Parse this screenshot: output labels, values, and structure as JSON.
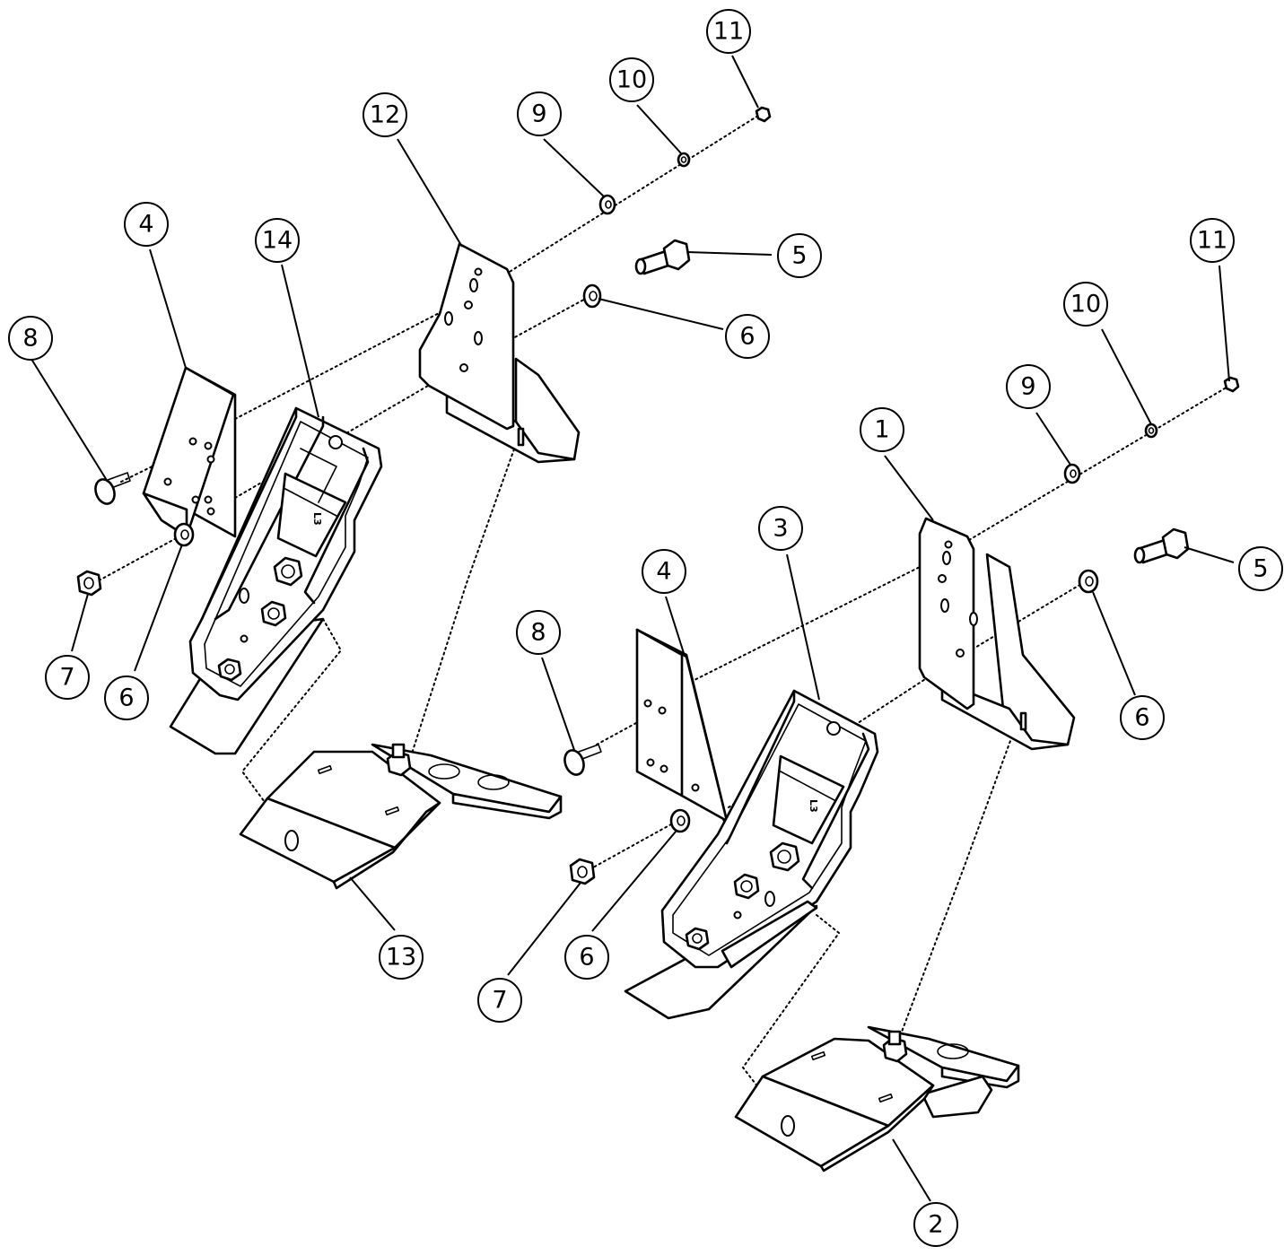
{
  "callouts": [
    {
      "label": "1"
    },
    {
      "label": "2"
    },
    {
      "label": "3"
    },
    {
      "label": "4"
    },
    {
      "label": "4"
    },
    {
      "label": "5"
    },
    {
      "label": "5"
    },
    {
      "label": "6"
    },
    {
      "label": "6"
    },
    {
      "label": "6"
    },
    {
      "label": "6"
    },
    {
      "label": "7"
    },
    {
      "label": "7"
    },
    {
      "label": "8"
    },
    {
      "label": "8"
    },
    {
      "label": "9"
    },
    {
      "label": "9"
    },
    {
      "label": "10"
    },
    {
      "label": "10"
    },
    {
      "label": "11"
    },
    {
      "label": "11"
    },
    {
      "label": "12"
    },
    {
      "label": "13"
    },
    {
      "label": "14"
    }
  ],
  "part_marks": {
    "left_bracket": "L3",
    "right_bracket": "L3"
  }
}
